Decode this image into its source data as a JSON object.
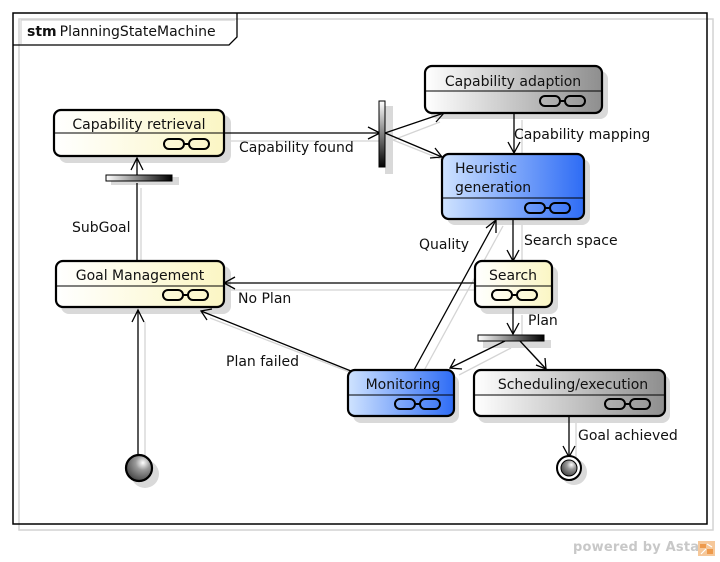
{
  "frame": {
    "keyword": "stm",
    "name": "PlanningStateMachine"
  },
  "states": [
    {
      "id": "capability-retrieval",
      "name": "Capability retrieval",
      "fill": "yellow"
    },
    {
      "id": "capability-adaption",
      "name": "Capability adaption",
      "fill": "gray"
    },
    {
      "id": "heuristic-generation",
      "name_lines": [
        "Heuristic",
        "generation"
      ],
      "fill": "blue"
    },
    {
      "id": "goal-management",
      "name": "Goal Management",
      "fill": "yellow"
    },
    {
      "id": "search",
      "name": "Search",
      "fill": "yellow"
    },
    {
      "id": "monitoring",
      "name": "Monitoring",
      "fill": "blue"
    },
    {
      "id": "scheduling-execution",
      "name": "Scheduling/execution",
      "fill": "gray"
    }
  ],
  "transitions": [
    {
      "from": "capability-retrieval",
      "to": "fork-capability",
      "label": "Capability found"
    },
    {
      "from": "fork-capability",
      "to": "capability-adaption",
      "label": ""
    },
    {
      "from": "fork-capability",
      "to": "heuristic-generation",
      "label": ""
    },
    {
      "from": "capability-adaption",
      "to": "heuristic-generation",
      "label": "Capability mapping"
    },
    {
      "from": "heuristic-generation",
      "to": "search",
      "label": "Search space"
    },
    {
      "from": "monitoring",
      "to": "heuristic-generation",
      "label": "Quality"
    },
    {
      "from": "search",
      "to": "goal-management",
      "label": "No Plan"
    },
    {
      "from": "search",
      "to": "fork-plan",
      "label": "Plan"
    },
    {
      "from": "fork-plan",
      "to": "monitoring",
      "label": ""
    },
    {
      "from": "fork-plan",
      "to": "scheduling-execution",
      "label": ""
    },
    {
      "from": "monitoring",
      "to": "goal-management",
      "label": "Plan failed"
    },
    {
      "from": "goal-management",
      "to": "capability-retrieval",
      "label": "SubGoal"
    },
    {
      "from": "initial",
      "to": "goal-management",
      "label": ""
    },
    {
      "from": "scheduling-execution",
      "to": "final",
      "label": "Goal achieved"
    }
  ],
  "colors": {
    "yellow": "#fffbd6",
    "blue": "#3f7cf6",
    "gray": "#9a9a9a",
    "stroke": "#000000",
    "shadow": "#d6d6d6"
  },
  "footer": {
    "powered_by": "powered by Astah"
  }
}
